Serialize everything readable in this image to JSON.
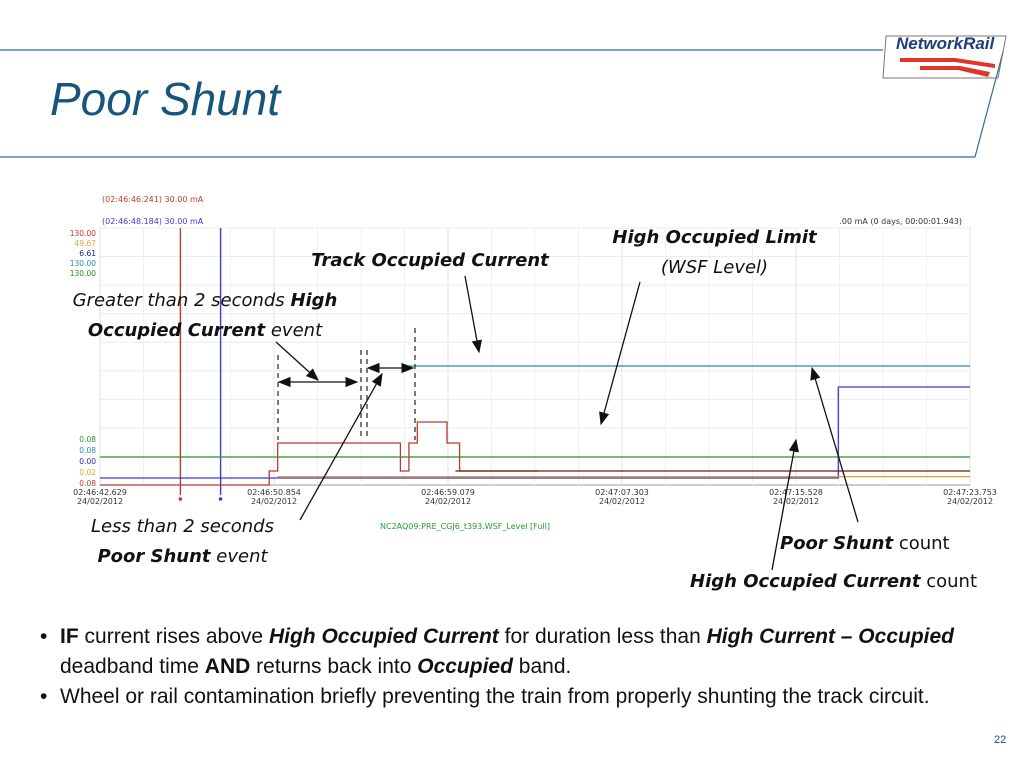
{
  "slide": {
    "title": "Poor Shunt",
    "logo_text": "NetworkRail",
    "page_number": "22"
  },
  "chart_data": {
    "type": "line",
    "readouts": [
      {
        "text": "(02:46:46.241) 30.00 mA",
        "color": "#c0392b"
      },
      {
        "text": "(02:46:48.184) 30.00 mA",
        "color": "#3b3bd6"
      }
    ],
    "range_readout": ".00 mA (0 days, 00:00:01.943)",
    "y_top_labels": [
      {
        "text": "130.00",
        "color": "#c0392b"
      },
      {
        "text": "49.67",
        "color": "#e6a02a"
      },
      {
        "text": "6.61",
        "color": "#1a1a8c"
      },
      {
        "text": "130.00",
        "color": "#2a8ab0"
      },
      {
        "text": "130.00",
        "color": "#2a8a2a"
      }
    ],
    "y_bottom_labels": [
      {
        "text": "0.08",
        "color": "#2a9a2a"
      },
      {
        "text": "0.08",
        "color": "#2a8ab0"
      },
      {
        "text": "0.00",
        "color": "#2a2ad6"
      },
      {
        "text": "0.02",
        "color": "#e6a02a"
      },
      {
        "text": "0.08",
        "color": "#c0392b"
      }
    ],
    "x_ticks": [
      {
        "time": "02:46:42.629",
        "date": "24/02/2012"
      },
      {
        "time": "02:46:50.854",
        "date": "24/02/2012"
      },
      {
        "time": "02:46:59.079",
        "date": "24/02/2012"
      },
      {
        "time": "02:47:07.303",
        "date": "24/02/2012"
      },
      {
        "time": "02:47:15.528",
        "date": "24/02/2012"
      },
      {
        "time": "02:47:23.753",
        "date": "24/02/2012"
      }
    ],
    "x_range": [
      0,
      41.124
    ],
    "y_range": [
      0,
      130
    ],
    "legend_caption": "NC2AQ09:PRE_CGJ6_t393.WSF_Level [Full]",
    "series": [
      {
        "color": "#c0392b",
        "points": [
          [
            0,
            0
          ],
          [
            8.0,
            0
          ],
          [
            8.0,
            2
          ],
          [
            8.4,
            2
          ],
          [
            8.4,
            6
          ],
          [
            14.2,
            6
          ],
          [
            14.2,
            2
          ],
          [
            14.6,
            2
          ],
          [
            14.6,
            6
          ],
          [
            15.0,
            6
          ],
          [
            15.0,
            9
          ],
          [
            16.4,
            9
          ],
          [
            16.4,
            6
          ],
          [
            17.0,
            6
          ],
          [
            17.0,
            2
          ],
          [
            20.7,
            2
          ]
        ]
      },
      {
        "color": "#3b3bd6",
        "points": [
          [
            0,
            1
          ],
          [
            34.9,
            1
          ],
          [
            34.9,
            14
          ],
          [
            41.124,
            14
          ]
        ]
      },
      {
        "color": "#2a8ab0",
        "points": [
          [
            14.4,
            17
          ],
          [
            41.124,
            17
          ]
        ]
      },
      {
        "color": "#2a9a2a",
        "points": [
          [
            0,
            4
          ],
          [
            41.124,
            4
          ]
        ]
      },
      {
        "color": "#e6a02a",
        "points": [
          [
            8.4,
            1.2
          ],
          [
            41.124,
            1.2
          ]
        ]
      },
      {
        "color": "#6b1a1a",
        "points": [
          [
            16.8,
            2
          ],
          [
            41.124,
            2
          ]
        ]
      }
    ],
    "cursors": [
      {
        "x": 3.8,
        "color": "#c0392b"
      },
      {
        "x": 5.7,
        "color": "#3b3bd6"
      }
    ]
  },
  "annotations": {
    "track_occupied_current": "Track Occupied Current",
    "high_occupied_limit": "High Occupied Limit",
    "wsf_level": "(WSF Level)",
    "greater_prefix": "Greater than 2 seconds",
    "greater_bold1": "High",
    "greater_bold2": "Occupied Current",
    "greater_suffix": "event",
    "less_line1": "Less than 2 seconds",
    "less_bold": "Poor Shunt",
    "less_suffix": "event",
    "poor_shunt_bold": "Poor Shunt",
    "poor_shunt_suffix": "count",
    "high_occ_current_bold": "High Occupied Current",
    "high_occ_current_suffix": "count"
  },
  "bullets": [
    {
      "b1": "IF",
      "t1": "current rises above",
      "i1": "High Occupied Current",
      "t2": "for duration less than",
      "i2": "High Current – Occupied",
      "t3": "deadband time",
      "b2": "AND",
      "t4": "returns back into",
      "i3": "Occupied",
      "t5": "band."
    },
    {
      "text": "Wheel or rail contamination briefly preventing the train from properly shunting the track circuit."
    }
  ]
}
